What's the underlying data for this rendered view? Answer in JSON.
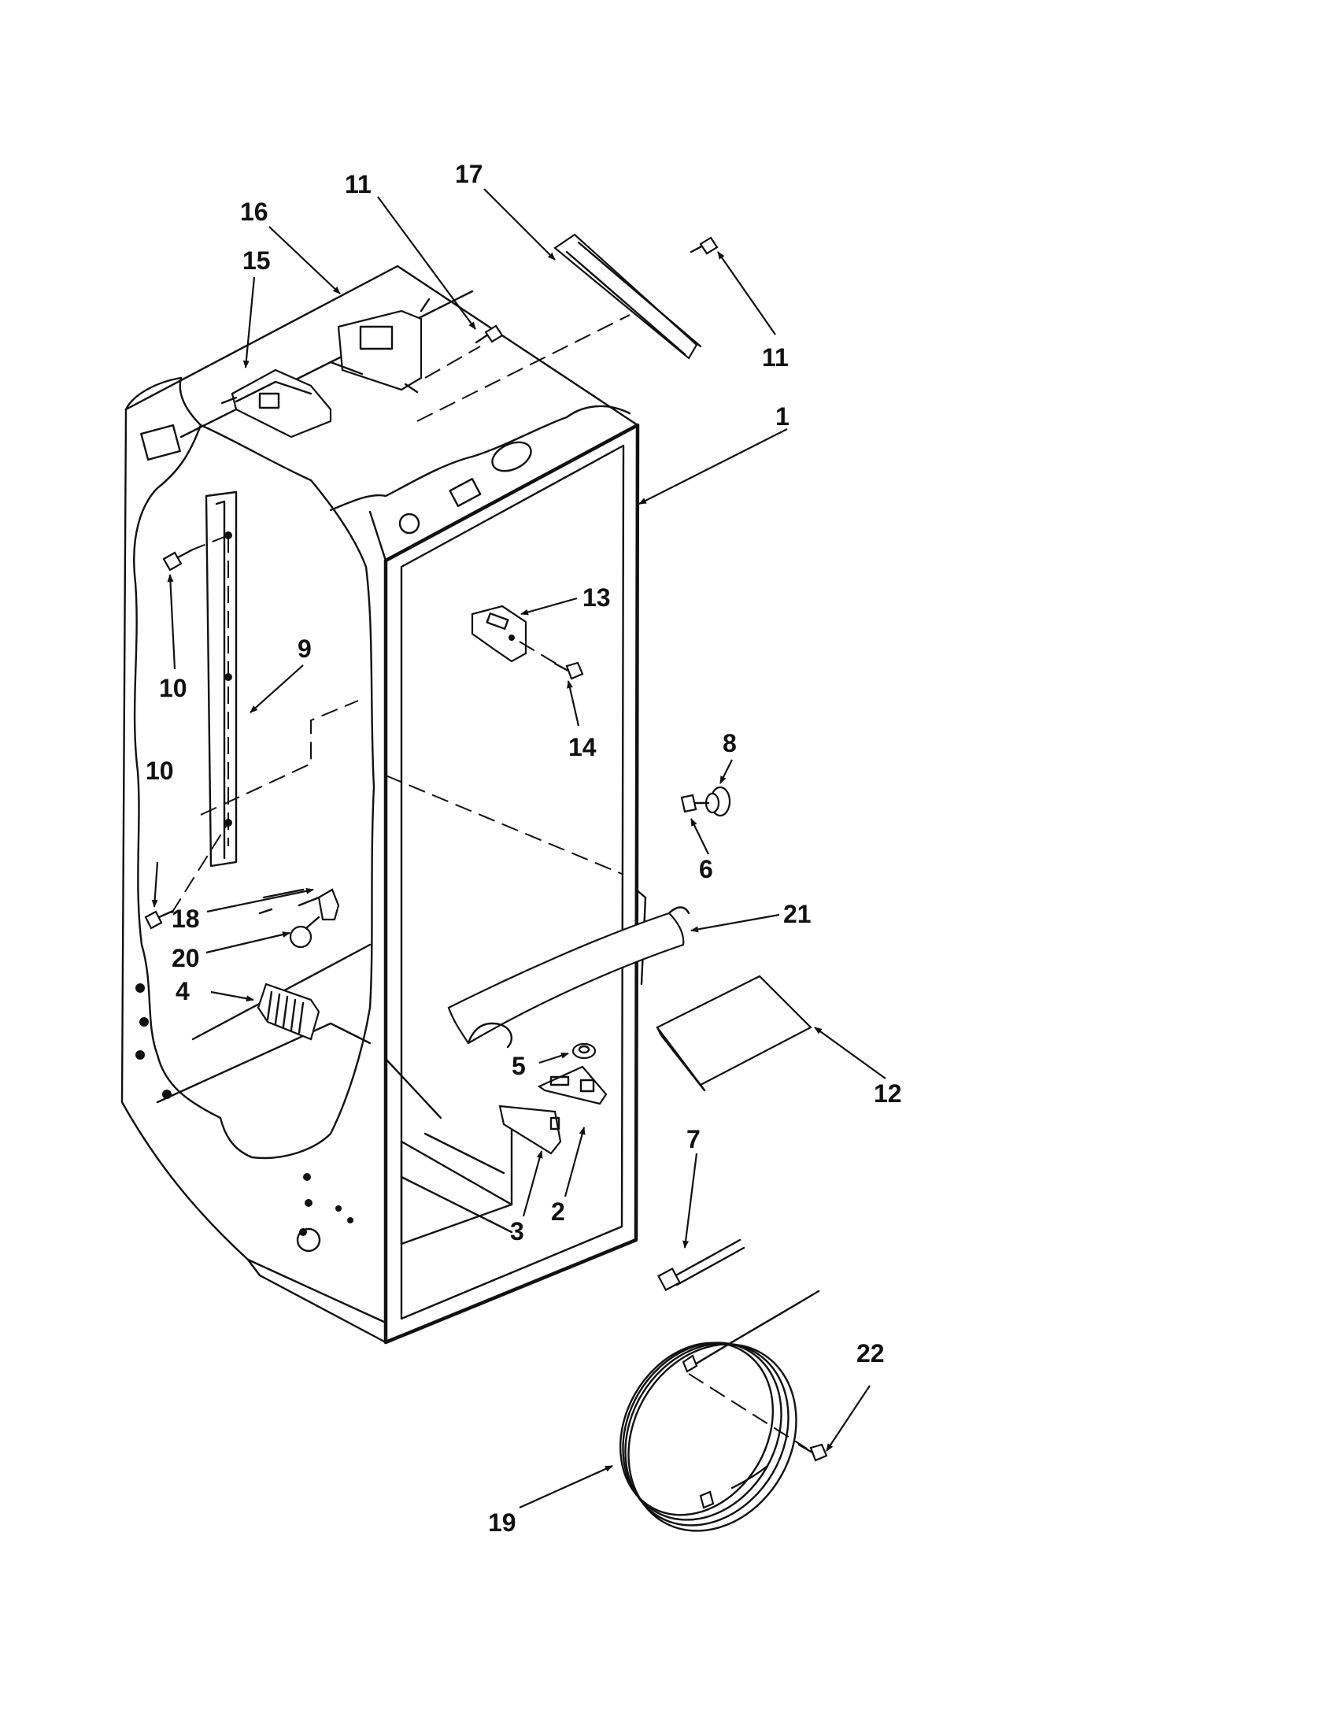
{
  "callouts": {
    "c1": "1",
    "c2": "2",
    "c3": "3",
    "c4": "4",
    "c5": "5",
    "c6": "6",
    "c7": "7",
    "c8": "8",
    "c9": "9",
    "c10a": "10",
    "c10b": "10",
    "c11a": "11",
    "c11b": "11",
    "c12": "12",
    "c13": "13",
    "c14": "14",
    "c15": "15",
    "c16": "16",
    "c17": "17",
    "c18": "18",
    "c19": "19",
    "c20": "20",
    "c21": "21",
    "c22": "22"
  },
  "colors": {
    "ink": "#111111",
    "paper": "#ffffff"
  }
}
